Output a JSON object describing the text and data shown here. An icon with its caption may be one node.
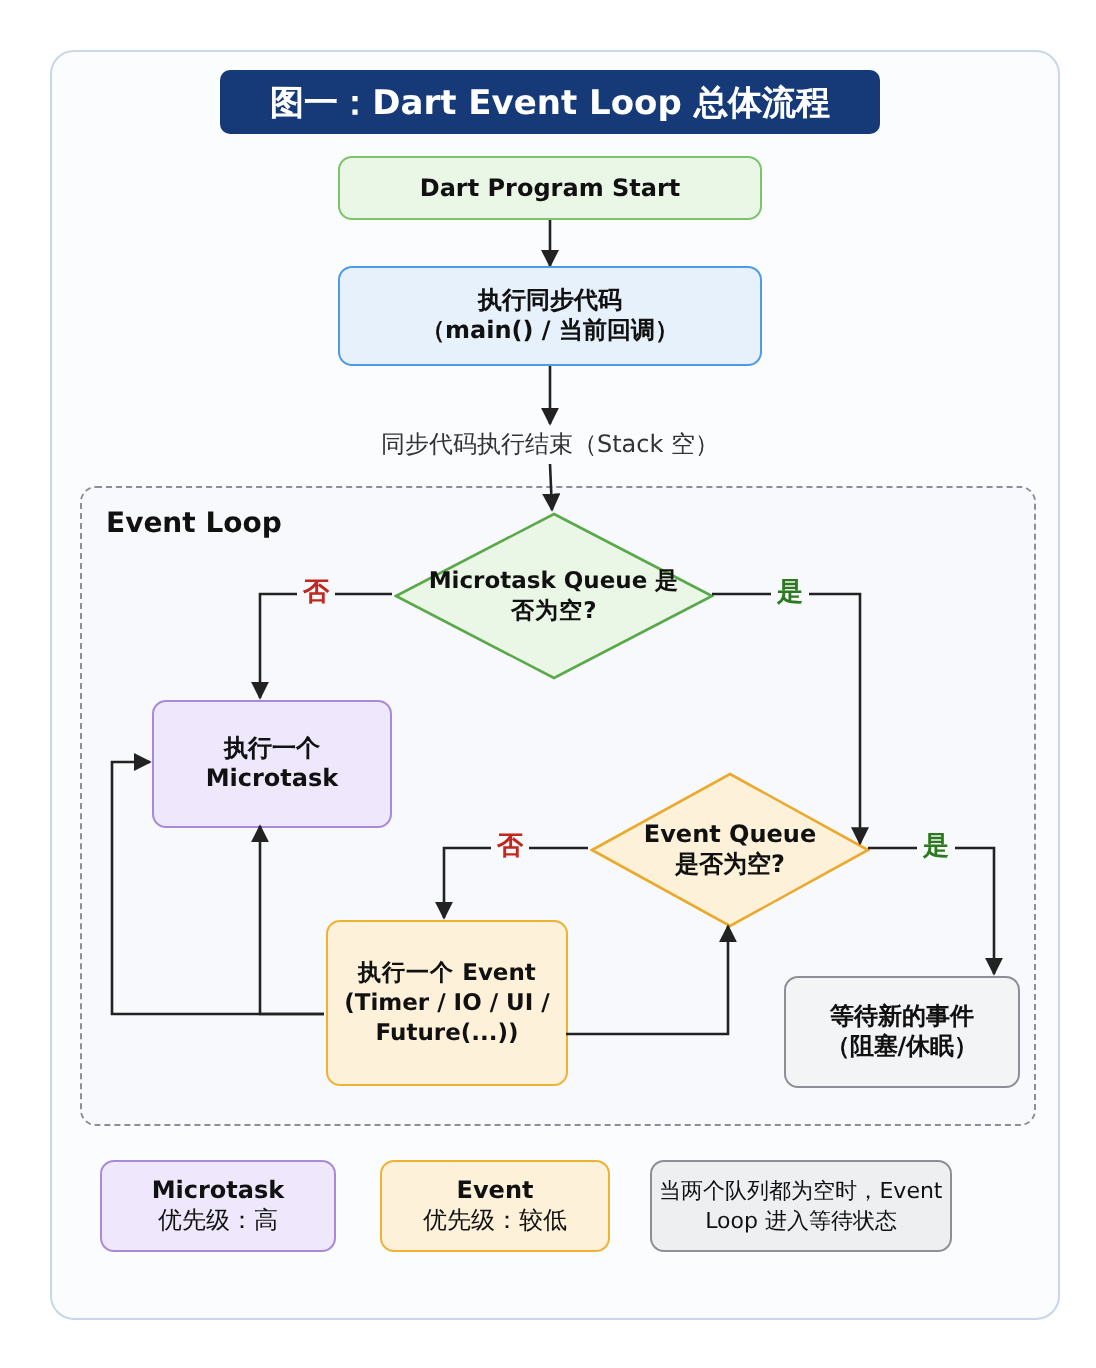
{
  "diagram": {
    "title": "图一：Dart Event Loop 总体流程",
    "nodes": [
      {
        "text": [
          "Dart Program Start"
        ]
      },
      {
        "text": [
          "执行同步代码",
          "（main() / 当前回调）"
        ]
      },
      {
        "text": [
          "同步代码执行结束（Stack 空）"
        ]
      },
      {
        "text": [
          "Event Loop"
        ]
      },
      {
        "text": [
          "Microtask Queue 是否为空?"
        ],
        "in": 3
      },
      {
        "text": [
          "执行一个 Microtask"
        ],
        "in": 3
      },
      {
        "text": [
          "Event Queue 是否为空?"
        ],
        "in": 3
      },
      {
        "text": [
          "执行一个 Event",
          "(Timer / IO / UI / Future(...))"
        ],
        "in": 3
      },
      {
        "text": [
          "等待新的事件",
          "（阻塞/休眠）"
        ],
        "in": 3
      },
      {
        "text": [
          "Microtask",
          "优先级：高"
        ]
      },
      {
        "text": [
          "Event",
          "优先级：较低"
        ]
      },
      {
        "text": [
          "当两个队列都为空时，Event Loop 进入等待状态"
        ]
      }
    ],
    "edges": [
      {
        "from": 0,
        "to": 1,
        "arrow": "to"
      },
      {
        "from": 1,
        "to": 2,
        "arrow": "to"
      },
      {
        "from": 2,
        "to": 4,
        "arrow": "to"
      },
      {
        "from": 4,
        "to": 5,
        "arrow": "to",
        "label": "否"
      },
      {
        "from": 4,
        "to": 6,
        "arrow": "to",
        "label": "是"
      },
      {
        "from": 6,
        "to": 7,
        "arrow": "to",
        "label": "否"
      },
      {
        "from": 6,
        "to": 8,
        "arrow": "to",
        "label": "是"
      },
      {
        "from": 7,
        "to": 5,
        "arrow": "to"
      },
      {
        "from": 7,
        "to": 5,
        "arrow": "to"
      },
      {
        "from": 7,
        "to": 6,
        "arrow": "to"
      }
    ]
  }
}
